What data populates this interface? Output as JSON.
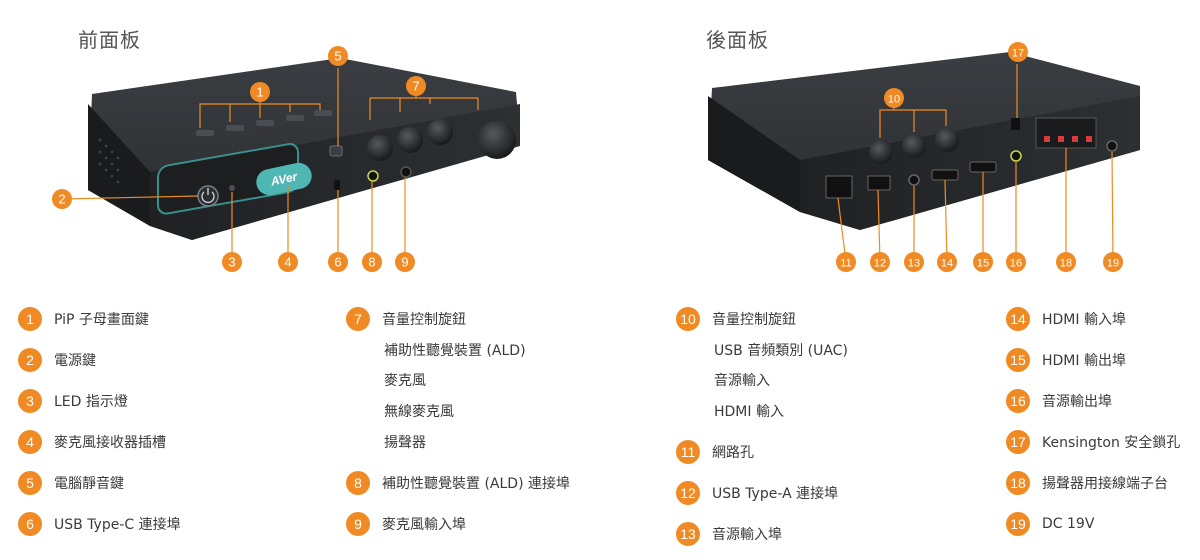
{
  "front": {
    "title": "前面板",
    "logo_text": "AVer"
  },
  "rear": {
    "title": "後面板"
  },
  "colors": {
    "accent": "#F08A24",
    "device": "#26282B",
    "logo": "#4FB7B3"
  },
  "legend": [
    [
      {
        "n": "1",
        "label": "PiP 子母畫面鍵"
      },
      {
        "n": "2",
        "label": "電源鍵"
      },
      {
        "n": "3",
        "label": "LED 指示燈"
      },
      {
        "n": "4",
        "label": "麥克風接收器插槽"
      },
      {
        "n": "5",
        "label": "電腦靜音鍵"
      },
      {
        "n": "6",
        "label": "USB Type-C 連接埠"
      }
    ],
    [
      {
        "n": "7",
        "label": "音量控制旋鈕"
      },
      {
        "n": "",
        "label": "補助性聽覺裝置 (ALD)"
      },
      {
        "n": "",
        "label": "麥克風"
      },
      {
        "n": "",
        "label": "無線麥克風"
      },
      {
        "n": "",
        "label": "揚聲器"
      },
      {
        "n": "8",
        "label": "補助性聽覺裝置 (ALD) 連接埠"
      },
      {
        "n": "9",
        "label": "麥克風輸入埠"
      }
    ],
    [
      {
        "n": "10",
        "label": "音量控制旋鈕"
      },
      {
        "n": "",
        "label": "USB 音頻類別 (UAC)"
      },
      {
        "n": "",
        "label": "音源輸入"
      },
      {
        "n": "",
        "label": "HDMI 輸入"
      },
      {
        "n": "11",
        "label": "網路孔"
      },
      {
        "n": "12",
        "label": "USB Type-A 連接埠"
      },
      {
        "n": "13",
        "label": "音源輸入埠"
      }
    ],
    [
      {
        "n": "14",
        "label": "HDMI 輸入埠"
      },
      {
        "n": "15",
        "label": "HDMI 輸出埠"
      },
      {
        "n": "16",
        "label": "音源輸出埠"
      },
      {
        "n": "17",
        "label": "Kensington 安全鎖孔"
      },
      {
        "n": "18",
        "label": "揚聲器用接線端子台"
      },
      {
        "n": "19",
        "label": "DC 19V"
      }
    ]
  ],
  "callouts": {
    "front": [
      "1",
      "2",
      "3",
      "4",
      "5",
      "6",
      "7",
      "8",
      "9"
    ],
    "rear": [
      "10",
      "11",
      "12",
      "13",
      "14",
      "15",
      "16",
      "17",
      "18",
      "19"
    ]
  }
}
